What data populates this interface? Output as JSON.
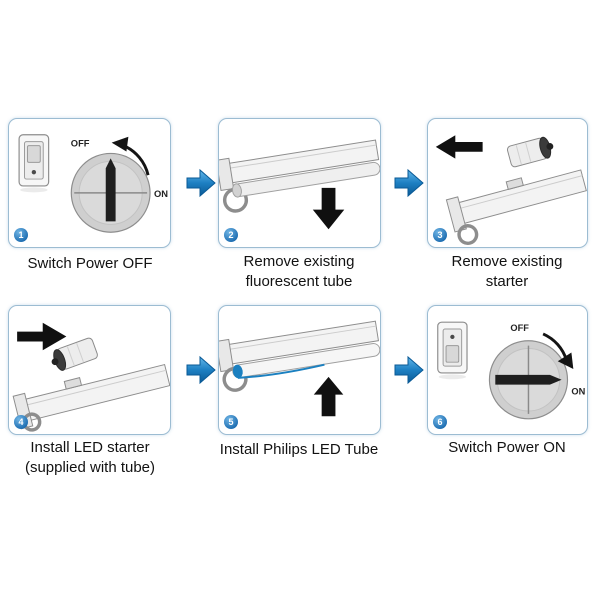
{
  "diagram": {
    "colors": {
      "flow_arrow_blue": "#1d7fc2",
      "badge_blue": "#1d6db1",
      "panel_border": "#9cbcd2",
      "led_highlight_blue": "#1b80c0"
    },
    "dial": {
      "off_label": "OFF",
      "on_label": "ON"
    },
    "steps": [
      {
        "num": "1",
        "caption": "Switch Power OFF",
        "icon": "power-off-dial-icon"
      },
      {
        "num": "2",
        "caption": "Remove existing\nfluorescent tube",
        "icon": "remove-tube-icon"
      },
      {
        "num": "3",
        "caption": "Remove existing\nstarter",
        "icon": "remove-starter-icon"
      },
      {
        "num": "4",
        "caption": "Install LED starter\n(supplied with tube)",
        "icon": "install-starter-icon"
      },
      {
        "num": "5",
        "caption": "Install Philips LED Tube",
        "icon": "install-tube-icon"
      },
      {
        "num": "6",
        "caption": "Switch Power ON",
        "icon": "power-on-dial-icon"
      }
    ]
  }
}
